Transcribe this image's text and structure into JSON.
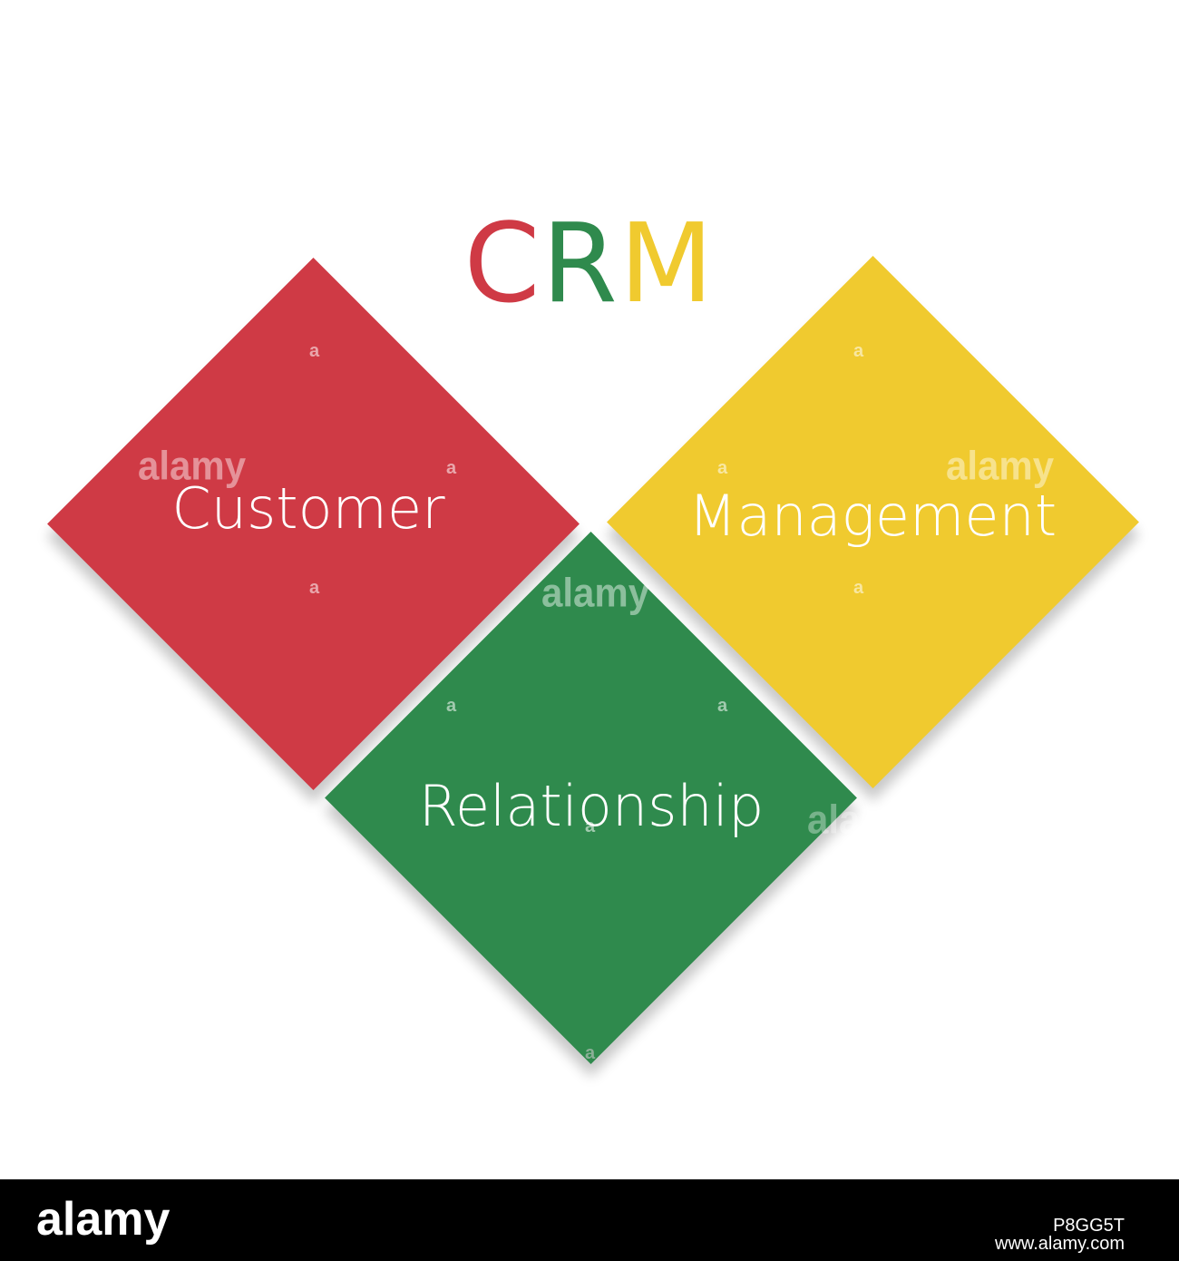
{
  "title": {
    "letters": [
      {
        "text": "C",
        "color": "#cf3a45"
      },
      {
        "text": "R",
        "color": "#2f8a4d"
      },
      {
        "text": "M",
        "color": "#f0ca2f"
      }
    ]
  },
  "blocks": [
    {
      "key": "customer",
      "label": "Customer",
      "color": "#cf3a45"
    },
    {
      "key": "management",
      "label": "Management",
      "color": "#f0ca2f"
    },
    {
      "key": "relationship",
      "label": "Relationship",
      "color": "#2f8a4d"
    }
  ],
  "watermark": {
    "word": "alamy",
    "mark": "a"
  },
  "footer": {
    "logo": "alamy",
    "image_id": "P8GG5T",
    "url": "www.alamy.com"
  }
}
